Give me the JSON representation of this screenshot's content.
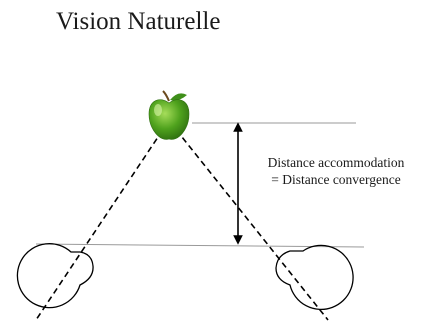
{
  "title": "Vision Naturelle",
  "annotation": {
    "line1": "Distance accommodation",
    "line2": "= Distance convergence"
  },
  "colors": {
    "background": "#ffffff",
    "text": "#1a1a1a",
    "lines": "#000000",
    "guide_lines": "#9a9a9a",
    "apple": "#4fa21d",
    "apple_highlight": "#a6dd5a",
    "leaf": "#3f8f1a"
  },
  "icons": {
    "target": "apple-icon",
    "left_eye": "eye-circle-icon",
    "right_eye": "eye-circle-icon",
    "distance": "double-arrow-icon"
  }
}
